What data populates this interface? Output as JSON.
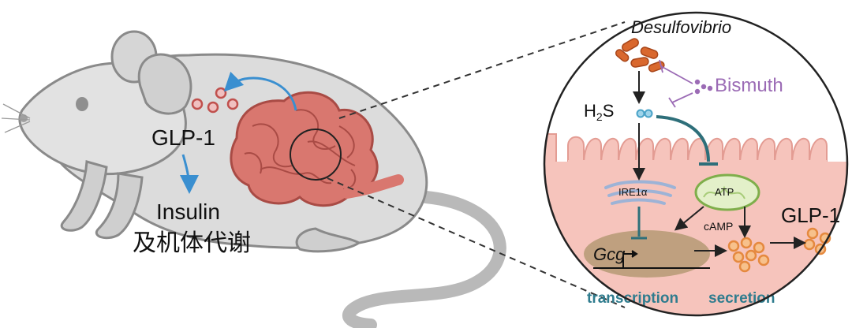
{
  "mouse_panel": {
    "glp1_label": "GLP-1",
    "insulin_label": "Insulin",
    "metabolism_label": "及机体代谢"
  },
  "zoom_panel": {
    "bacteria_label": "Desulfovibrio",
    "bismuth_label": "Bismuth",
    "h2s_label_main": "H",
    "h2s_label_sub": "2",
    "h2s_label_tail": "S",
    "ire1_label": "IRE1α",
    "atp_label": "ATP",
    "camp_label": "cAMP",
    "gene_label": "Gcg",
    "glp1_label": "GLP-1",
    "transcription_label": "transcription",
    "secretion_label": "secretion"
  },
  "colors": {
    "mouse_body": "#d9d9d9",
    "intestine": "#d9776f",
    "bacteria": "#d9682e",
    "bismuth": "#9b6bb5",
    "h2s": "#4aa3c8",
    "cell": "#f6c4bc",
    "mitochondria": "#b9d98a",
    "arrow_blue": "#3a8fd0",
    "teal_inhibit": "#2e6f7a",
    "er": "#9db3d6",
    "nucleus": "#b59a74",
    "granule": "#e5893f",
    "label_teal": "#2f7c8e"
  }
}
